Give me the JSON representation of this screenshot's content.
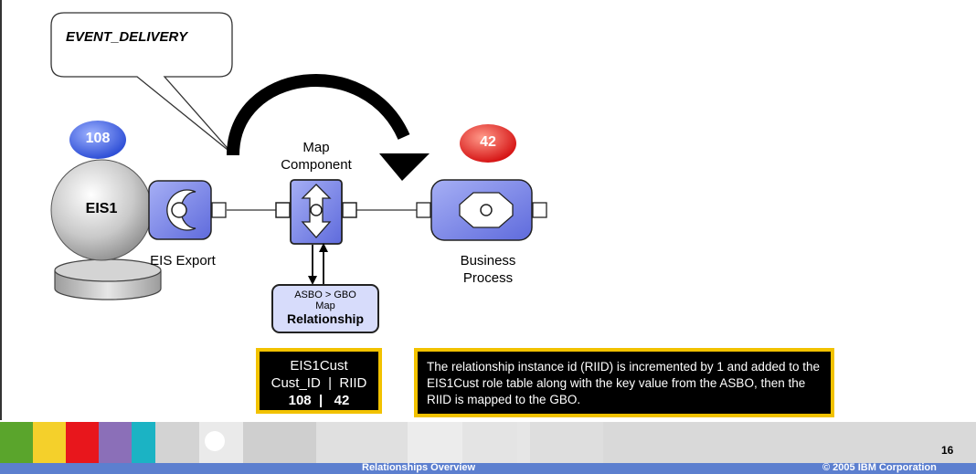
{
  "callout": {
    "text": "EVENT_DELIVERY"
  },
  "badges": {
    "left": "108",
    "right": "42"
  },
  "eis": {
    "label": "EIS1",
    "export_label": "EIS Export"
  },
  "map": {
    "label_line1": "Map",
    "label_line2": "Component"
  },
  "process": {
    "label_line1": "Business",
    "label_line2": "Process"
  },
  "relationship": {
    "line1": "ASBO > GBO",
    "line2": "Map",
    "line3": "Relationship"
  },
  "table": {
    "title": "EIS1Cust",
    "header": "Cust_ID  |  RIID",
    "row": "108  |   42"
  },
  "note": {
    "text": "The relationship instance id (RIID) is incremented by 1 and added to the EIS1Cust role table along with the key value from the ASBO, then the RIID is mapped to the GBO."
  },
  "footer": {
    "center": "Relationships Overview",
    "right": "© 2005 IBM Corporation",
    "page": "16"
  },
  "colors": {
    "blue_badge": "#3a5fd9",
    "red_badge": "#e5201f",
    "component": "#7b86e8",
    "highlight_border": "#f2c200"
  }
}
